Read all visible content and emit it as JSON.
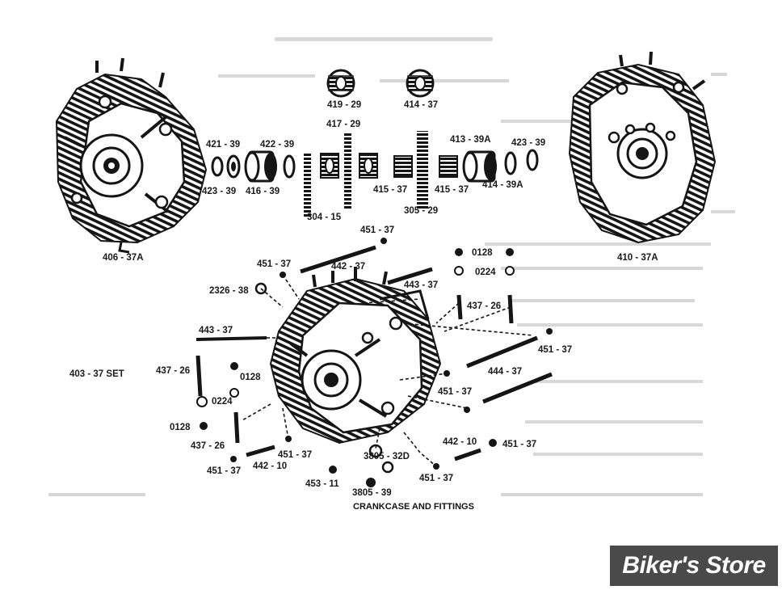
{
  "caption": "CRANKCASE AND FITTINGS",
  "logo_text": "Biker's Store",
  "colors": {
    "ink": "#151515",
    "paper": "#ffffff",
    "logo_bg": "#4a4a4a",
    "ghost_text": "#d8d8d8"
  },
  "labels": {
    "l_419_29": "419 - 29",
    "l_414_37": "414 - 37",
    "l_417_29": "417 - 29",
    "l_421_39": "421 - 39",
    "l_422_39": "422 - 39",
    "l_413_39a": "413 - 39A",
    "l_423_39_right": "423 - 39",
    "l_423_39_left": "423 - 39",
    "l_416_39": "416 - 39",
    "l_415_37_a": "415 - 37",
    "l_415_37_b": "415 - 37",
    "l_414_39a": "414 - 39A",
    "l_304_15": "304 - 15",
    "l_305_29": "305 - 29",
    "l_406_37a": "406 - 37A",
    "l_410_37a": "410 - 37A",
    "l_451_37_top": "451 - 37",
    "l_0128_top": "0128",
    "l_0224_top": "0224",
    "l_451_37_upleft": "451 - 37",
    "l_442_37": "442 - 37",
    "l_443_37_right": "443 - 37",
    "l_2326_38": "2326 - 38",
    "l_437_26_right": "437 - 26",
    "l_443_37_left": "443 - 37",
    "l_451_37_right": "451 - 37",
    "l_403_37_set": "403 - 37 SET",
    "l_437_26_left": "437 - 26",
    "l_0128_mid": "0128",
    "l_444_37": "444 - 37",
    "l_451_37_midright": "451 - 37",
    "l_0224_left": "0224",
    "l_0128_left": "0128",
    "l_442_10_right": "442 - 10",
    "l_451_37_botright": "451 - 37",
    "l_437_26_bot": "437 - 26",
    "l_451_37_botmid": "451 - 37",
    "l_3805_32d": "3805 - 32D",
    "l_451_37_botleft": "451 - 37",
    "l_442_10_left": "442 - 10",
    "l_451_37_bot": "451 - 37",
    "l_453_11": "453 - 11",
    "l_3805_39": "3805 - 39"
  }
}
